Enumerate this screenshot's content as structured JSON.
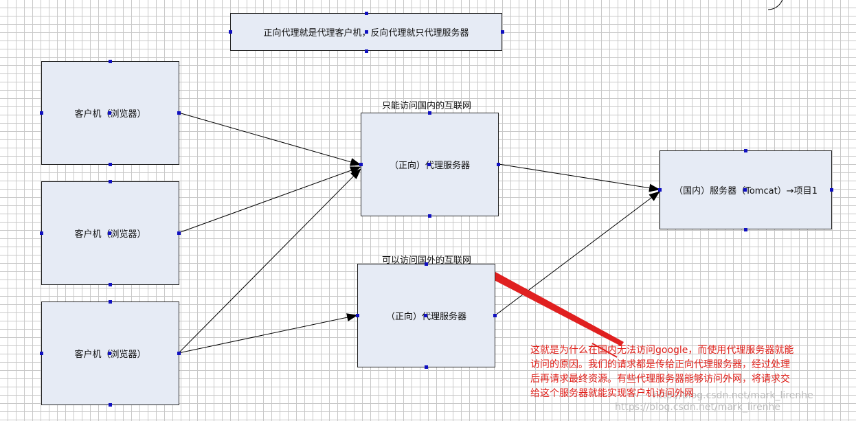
{
  "header_box": {
    "text": "正向代理就是代理客户机，反向代理就只代理服务器"
  },
  "clients": [
    {
      "text": "客户机（浏览器）"
    },
    {
      "text": "客户机（浏览器）"
    },
    {
      "text": "客户机（浏览器）"
    }
  ],
  "proxy_top": {
    "caption": "只能访问国内的互联网",
    "text": "（正向）代理服务器"
  },
  "proxy_bottom": {
    "caption": "可以访问国外的互联网",
    "text": "（正向）代理服务器"
  },
  "server": {
    "text": "（国内）服务器（Tomcat）→项目1"
  },
  "note": {
    "lines": [
      "这就是为什么在国内无法访问google，而使用代理服务器就能",
      "访问的原因。我们的请求都是传给正向代理服务器，经过处理",
      "后再请求最终资源。有些代理服务器能够访问外网，将请求交",
      "给这个服务器就能实现客户机访问外网"
    ]
  },
  "watermark": {
    "lines": [
      "http://blog.csdn.net/mark_lirenhe",
      "https://blog.csdn.net/mark_lirenhe"
    ]
  },
  "colors": {
    "box_fill": "#e6ebf5",
    "handle": "#1010c0",
    "note": "#e0201a",
    "arrow": "#000000"
  }
}
